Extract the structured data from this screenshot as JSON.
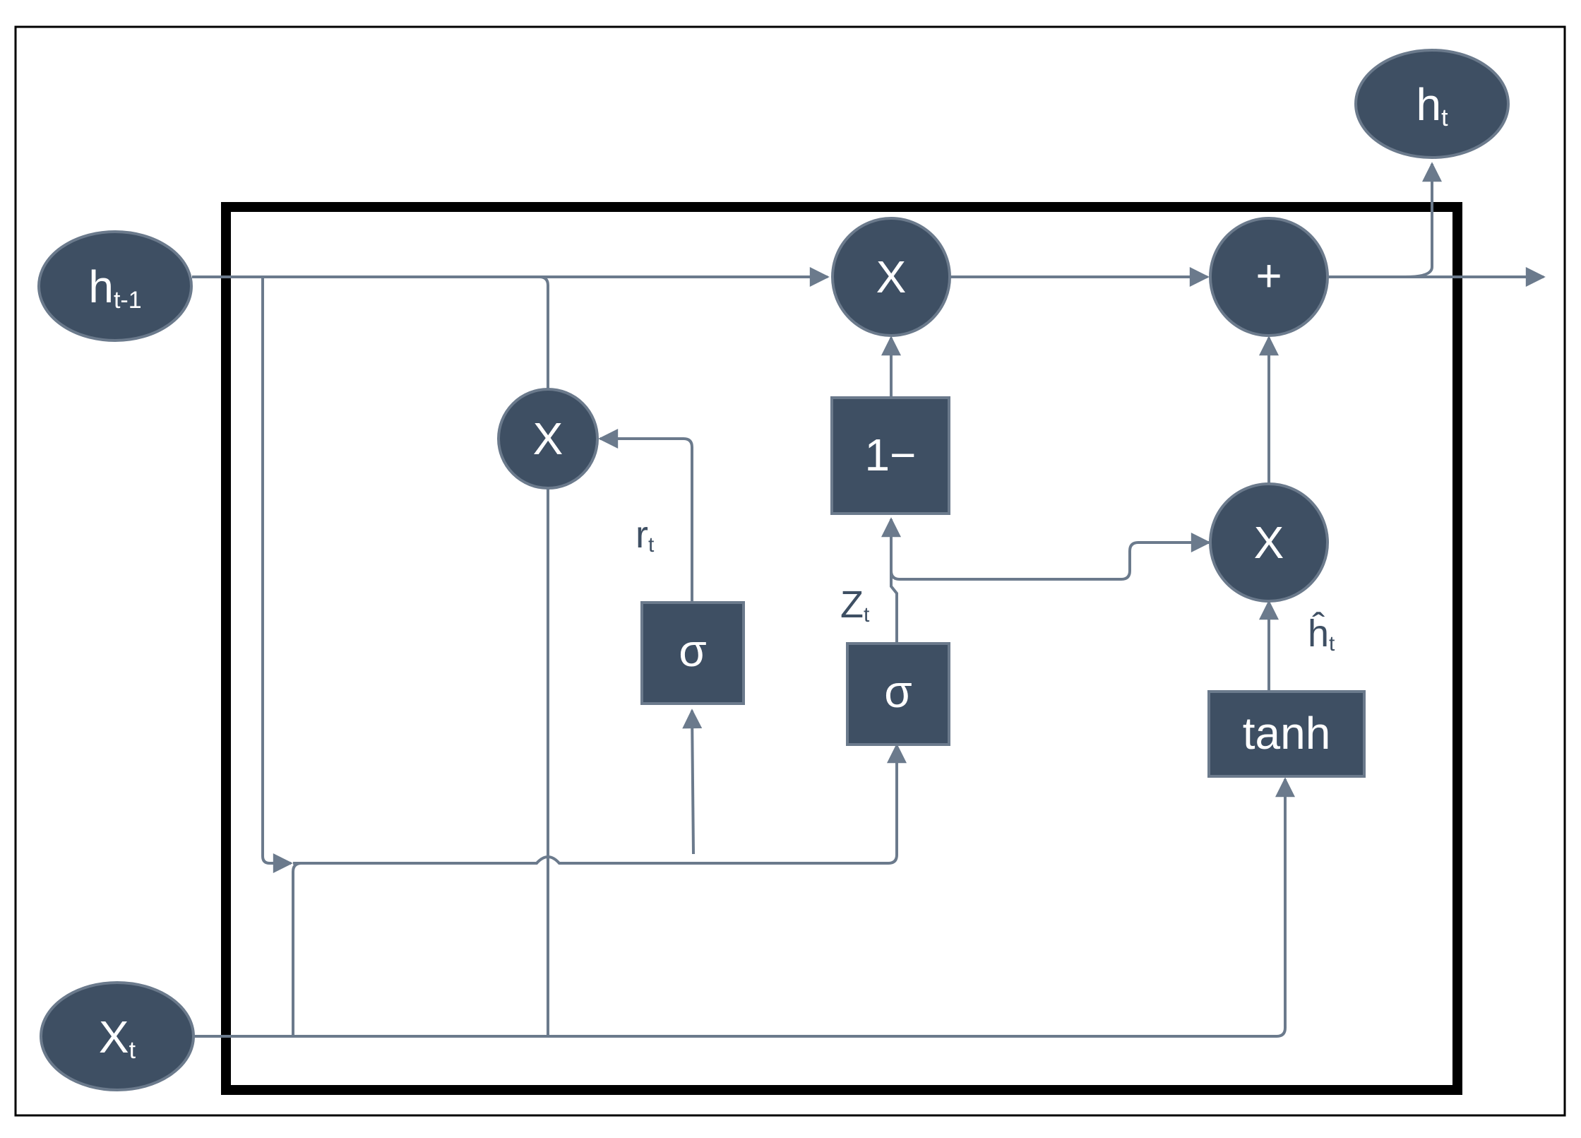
{
  "nodes": {
    "h_prev": {
      "base": "h",
      "sub": "t-1"
    },
    "x_t": {
      "base": "X",
      "sub": "t"
    },
    "h_t": {
      "base": "h",
      "sub": "t"
    },
    "mult_reset": {
      "label": "X"
    },
    "mult_top": {
      "label": "X"
    },
    "add": {
      "label": "+"
    },
    "mult_update": {
      "label": "X"
    },
    "one_minus": {
      "label": "1−"
    },
    "sigma_r": {
      "label": "σ"
    },
    "sigma_z": {
      "label": "σ"
    },
    "tanh": {
      "label": "tanh"
    }
  },
  "labels": {
    "r_t": {
      "base": "r",
      "sub": "t"
    },
    "z_t": {
      "base": "Z",
      "sub": "t"
    },
    "h_hat_t": {
      "base": "ĥ",
      "sub": "t"
    }
  },
  "colors": {
    "node_fill": "#3e4f63",
    "node_stroke": "#6b7a8c",
    "wire": "#6b7a8c",
    "frame": "#000000"
  }
}
